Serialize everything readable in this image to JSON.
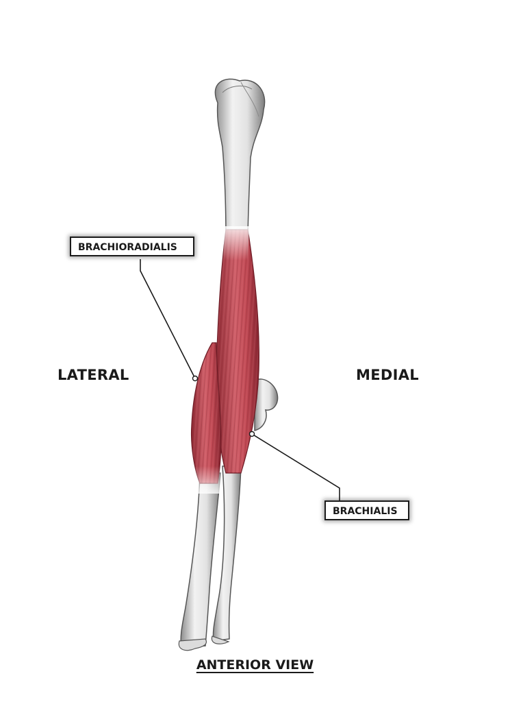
{
  "figure": {
    "view_title": "ANTERIOR VIEW",
    "orientation": {
      "left": "LATERAL",
      "right": "MEDIAL"
    },
    "callouts": {
      "brachioradialis": "BRACHIORADIALIS",
      "brachialis": "BRACHIALIS"
    },
    "colors": {
      "muscle": "#c8505a",
      "muscle_dark": "#8f2a34",
      "bone": "#e6e6e6",
      "bone_shadow": "#9a9a9a",
      "outline": "#1a1a1a"
    }
  }
}
